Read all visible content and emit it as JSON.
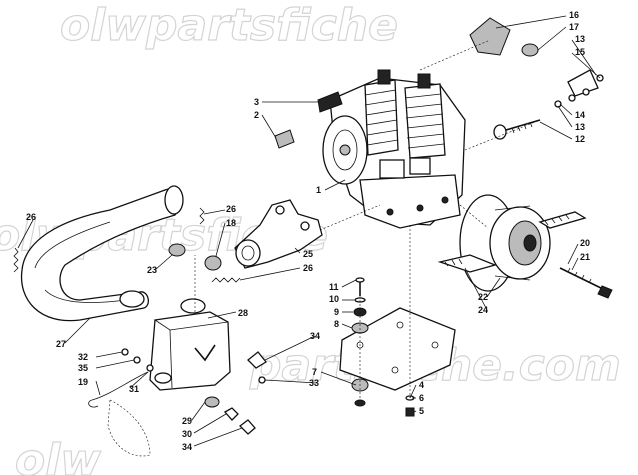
{
  "watermark": {
    "text_top": "olwpartsfiche",
    "text_mid": "olwpartsfiche",
    "text_low": "partsfiche.com",
    "text_bottom": "olw"
  },
  "callouts": [
    {
      "id": "c1",
      "text": "1"
    },
    {
      "id": "c2",
      "text": "2"
    },
    {
      "id": "c3",
      "text": "3"
    },
    {
      "id": "c4",
      "text": "4"
    },
    {
      "id": "c5",
      "text": "5"
    },
    {
      "id": "c6",
      "text": "6"
    },
    {
      "id": "c7",
      "text": "7"
    },
    {
      "id": "c8",
      "text": "8"
    },
    {
      "id": "c9",
      "text": "9"
    },
    {
      "id": "c10",
      "text": "10"
    },
    {
      "id": "c11",
      "text": "11"
    },
    {
      "id": "c12",
      "text": "12"
    },
    {
      "id": "c13a",
      "text": "13"
    },
    {
      "id": "c13b",
      "text": "13"
    },
    {
      "id": "c14",
      "text": "14"
    },
    {
      "id": "c15",
      "text": "15"
    },
    {
      "id": "c16",
      "text": "16"
    },
    {
      "id": "c17",
      "text": "17"
    },
    {
      "id": "c18",
      "text": "18"
    },
    {
      "id": "c19",
      "text": "19"
    },
    {
      "id": "c20",
      "text": "20"
    },
    {
      "id": "c21",
      "text": "21"
    },
    {
      "id": "c22",
      "text": "22"
    },
    {
      "id": "c23",
      "text": "23"
    },
    {
      "id": "c24",
      "text": "24"
    },
    {
      "id": "c25",
      "text": "25"
    },
    {
      "id": "c26a",
      "text": "26"
    },
    {
      "id": "c26b",
      "text": "26"
    },
    {
      "id": "c26c",
      "text": "26"
    },
    {
      "id": "c27",
      "text": "27"
    },
    {
      "id": "c28",
      "text": "28"
    },
    {
      "id": "c29",
      "text": "29"
    },
    {
      "id": "c30",
      "text": "30"
    },
    {
      "id": "c31",
      "text": "31"
    },
    {
      "id": "c32",
      "text": "32"
    },
    {
      "id": "c33",
      "text": "33"
    },
    {
      "id": "c34a",
      "text": "34"
    },
    {
      "id": "c34b",
      "text": "34"
    },
    {
      "id": "c35",
      "text": "35"
    }
  ]
}
